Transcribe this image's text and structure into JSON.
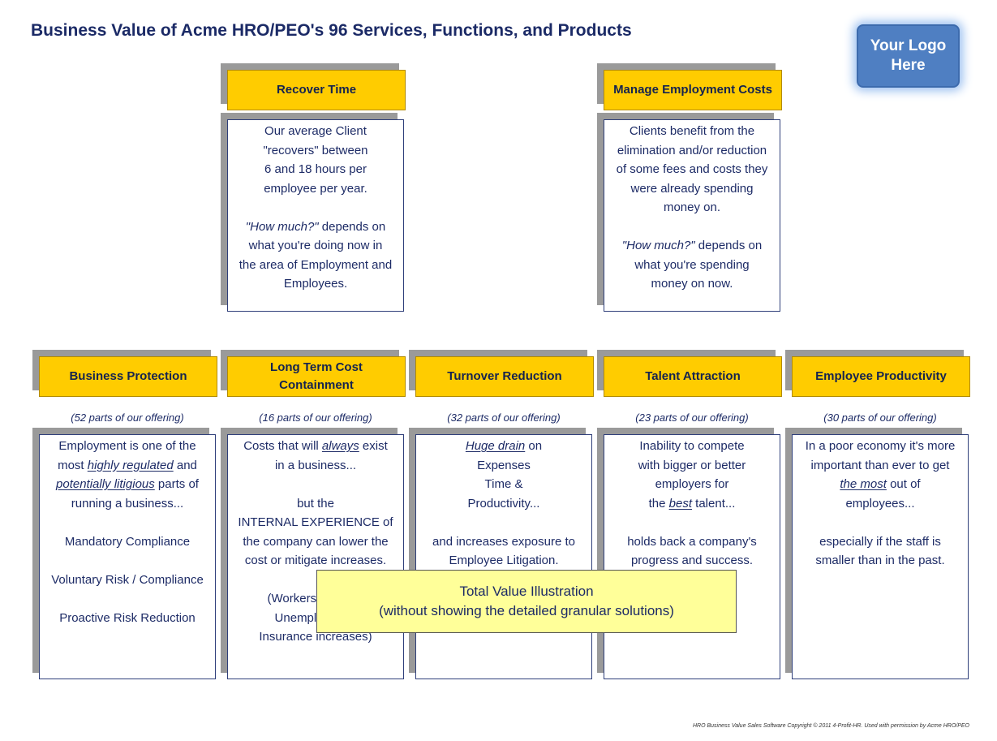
{
  "title": "Business Value of Acme HRO/PEO's 96 Services, Functions, and Products",
  "logo": [
    "Your Logo",
    "Here"
  ],
  "top": [
    {
      "header": "Recover Time",
      "lines": [
        "Our average Client",
        "\"recovers\" between",
        "6 and 18 hours per",
        "employee per year.",
        "",
        "\"How much?\" depends on",
        "what you're doing now in",
        "the area of Employment and",
        "Employees."
      ]
    },
    {
      "header": "Manage Employment Costs",
      "lines": [
        "Clients benefit from the",
        "elimination and/or reduction",
        "of some fees and costs they",
        "were already spending",
        "money on.",
        "",
        "\"How much?\" depends on",
        "what you're spending",
        "money on now."
      ]
    }
  ],
  "bottom": [
    {
      "header": "Business Protection",
      "count": "(52 parts of our offering)",
      "lines": [
        "Employment is one of the",
        "most highly regulated and",
        "potentially litigious parts of",
        "running a business...",
        "",
        "Mandatory Compliance",
        "",
        "Voluntary Risk / Compliance",
        "",
        "Proactive Risk Reduction"
      ]
    },
    {
      "header": "Long Term Cost Containment",
      "count": "(16 parts of our offering)",
      "lines": [
        "Costs that will always exist",
        "in a business...",
        "",
        "but the",
        "INTERNAL EXPERIENCE of",
        "the company can lower the",
        "cost or mitigate increases.",
        "",
        "(Workers Comp &",
        "Unemployment",
        "Insurance increases)"
      ]
    },
    {
      "header": "Turnover Reduction",
      "count": "(32 parts of our offering)",
      "lines": [
        "Huge drain on",
        "Expenses",
        "Time &",
        "Productivity...",
        "",
        "and increases exposure to",
        "Employee Litigation."
      ]
    },
    {
      "header": "Talent Attraction",
      "count": "(23 parts of our offering)",
      "lines": [
        "Inability to compete",
        "with bigger or better",
        "employers for",
        "the best talent...",
        "",
        "holds back a company's",
        "progress and success."
      ]
    },
    {
      "header": "Employee Productivity",
      "count": "(30 parts of our offering)",
      "lines": [
        "In a poor economy it's more",
        "important than ever to get",
        "the most out of",
        "employees...",
        "",
        "especially if the staff is",
        "smaller than in the past."
      ]
    }
  ],
  "overlay": [
    "Total Value Illustration",
    "(without showing the detailed granular solutions)"
  ],
  "footer": "HRO Business Value Sales Software Copyright © 2011 4-Profit-HR.  Used with permission by Acme HRO/PEO"
}
